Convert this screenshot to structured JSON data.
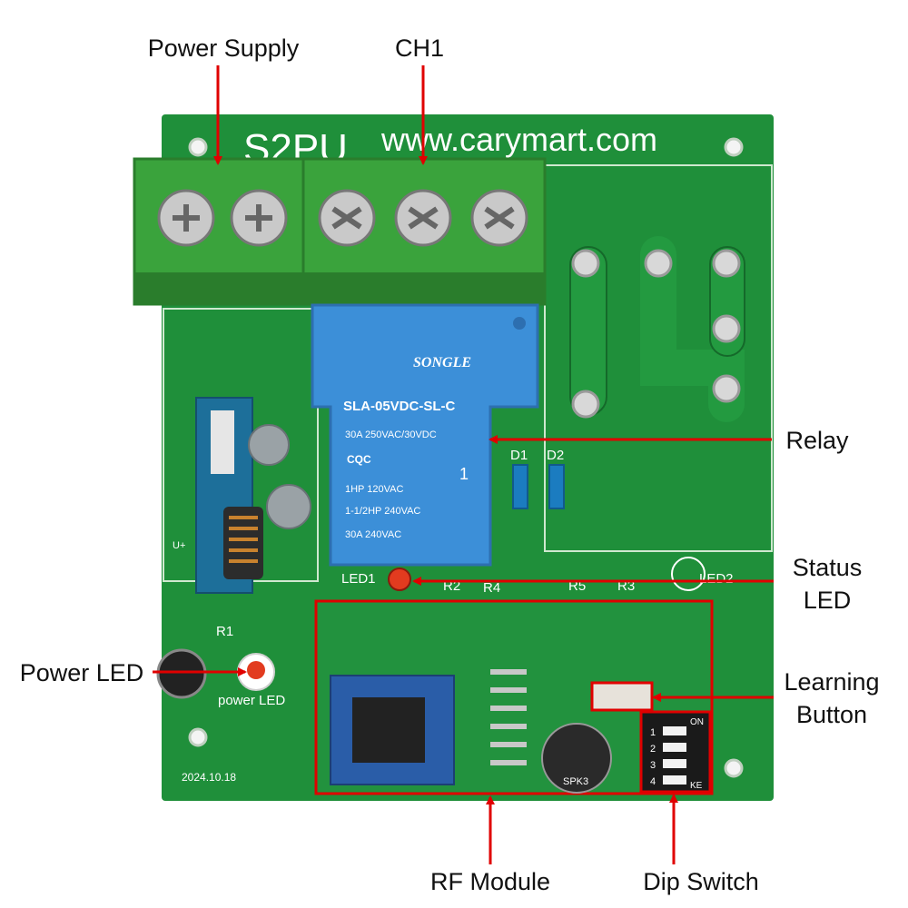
{
  "colors": {
    "pcb": "#1f8f3a",
    "pcb_dark": "#177030",
    "terminal": "#3aa33c",
    "terminal_dark": "#2a7d2c",
    "relay": "#3c8fd8",
    "relay_dark": "#2d6fb0",
    "annotation": "#e00000",
    "silkscreen": "#ffffff"
  },
  "board": {
    "model": "S2PU",
    "website": "www.carymart.com",
    "date_code": "2024.10.18",
    "relay_brand": "SONGLE",
    "relay_part": "SLA-05VDC-SL-C",
    "relay_rating1": "30A 250VAC/30VDC",
    "relay_cert": "CQC",
    "relay_rating2": "1HP 120VAC",
    "relay_rating3": "1-1/2HP 240VAC",
    "relay_rating4": "30A 240VAC",
    "relay_ul_mark": "1",
    "silk_led1": "LED1",
    "silk_led2": "LED2",
    "silk_r1": "R1",
    "silk_r2": "R2",
    "silk_r3": "R3",
    "silk_r4": "R4",
    "silk_r5": "R5",
    "silk_d1": "D1",
    "silk_d2": "D2",
    "silk_power_led": "power LED",
    "silk_uplus": "U+",
    "silk_spk": "SPK3",
    "dip_on": "ON",
    "dip_ke": "KE",
    "dip_numbers": [
      "1",
      "2",
      "3",
      "4"
    ]
  },
  "labels": {
    "power_supply": "Power Supply",
    "ch1": "CH1",
    "relay": "Relay",
    "status_led_line1": "Status",
    "status_led_line2": "LED",
    "power_led": "Power LED",
    "learning_button_line1": "Learning",
    "learning_button_line2": "Button",
    "rf_module": "RF Module",
    "dip_switch": "Dip Switch"
  }
}
